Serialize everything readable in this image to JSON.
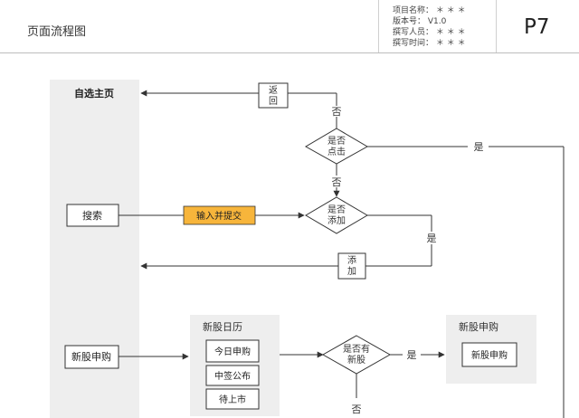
{
  "header": {
    "page_title": "页面流程图",
    "meta": {
      "project_name": "项目名称：  ＊ ＊ ＊",
      "version": "版本号：  V1.0",
      "author": "撰写人员：  ＊ ＊ ＊",
      "time": "撰写时间：  ＊ ＊ ＊"
    },
    "page_number": "P7"
  },
  "flow": {
    "main_column_title": "自选主页",
    "search_box": "搜索",
    "new_stock_box": "新股申购",
    "input_submit": "输入并提交",
    "back_box": [
      "返",
      "回"
    ],
    "add_box": [
      "添",
      "加"
    ],
    "diamond_click": [
      "是否",
      "点击"
    ],
    "diamond_add": [
      "是否",
      "添加"
    ],
    "diamond_new": [
      "是否有",
      "新股"
    ],
    "label_no_top": "否",
    "label_no_mid": "否",
    "label_no_bottom": "否",
    "label_yes_right": "是",
    "label_yes_add": "是",
    "label_yes_new": "是",
    "calendar_panel": {
      "title": "新股日历",
      "items": [
        "今日申购",
        "中签公布",
        "待上市"
      ]
    },
    "subscribe_panel": {
      "title": "新股申购",
      "button": "新股申购"
    }
  },
  "colors": {
    "accent_box": "#f7b53b",
    "panel_bg": "#eeeeee",
    "line": "#333333"
  }
}
